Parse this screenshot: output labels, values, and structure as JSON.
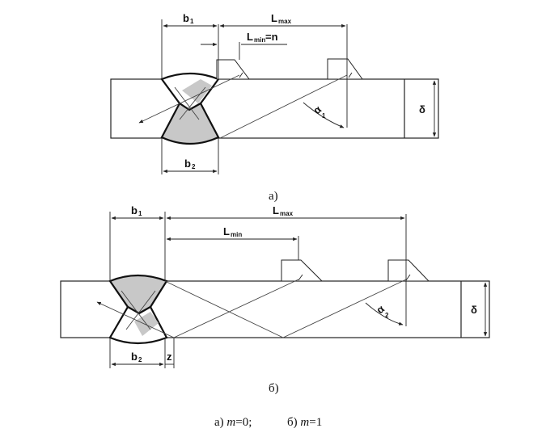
{
  "diagram_a": {
    "label_b1": "b",
    "label_b1_sub": "1",
    "label_lmax": "L",
    "label_lmax_sub": "max",
    "label_lmin": "L",
    "label_lmin_sub": "min",
    "label_lmin_eq": "=n",
    "label_b2": "b",
    "label_b2_sub": "2",
    "label_delta": "δ",
    "label_alpha": "α",
    "label_alpha_sub": "1",
    "caption": "а)"
  },
  "diagram_b": {
    "label_b1": "b",
    "label_b1_sub": "1",
    "label_lmax": "L",
    "label_lmax_sub": "max",
    "label_lmin": "L",
    "label_lmin_sub": "min",
    "label_b2": "b",
    "label_b2_sub": "2",
    "label_z": "z",
    "label_delta": "δ",
    "label_alpha": "α",
    "label_alpha_sub": "2",
    "caption": "б)"
  },
  "caption_line": {
    "part_a": "а) ",
    "m_a": "m",
    "val_a": "=0;",
    "part_b": "б) ",
    "m_b": "m",
    "val_b": "=1"
  }
}
